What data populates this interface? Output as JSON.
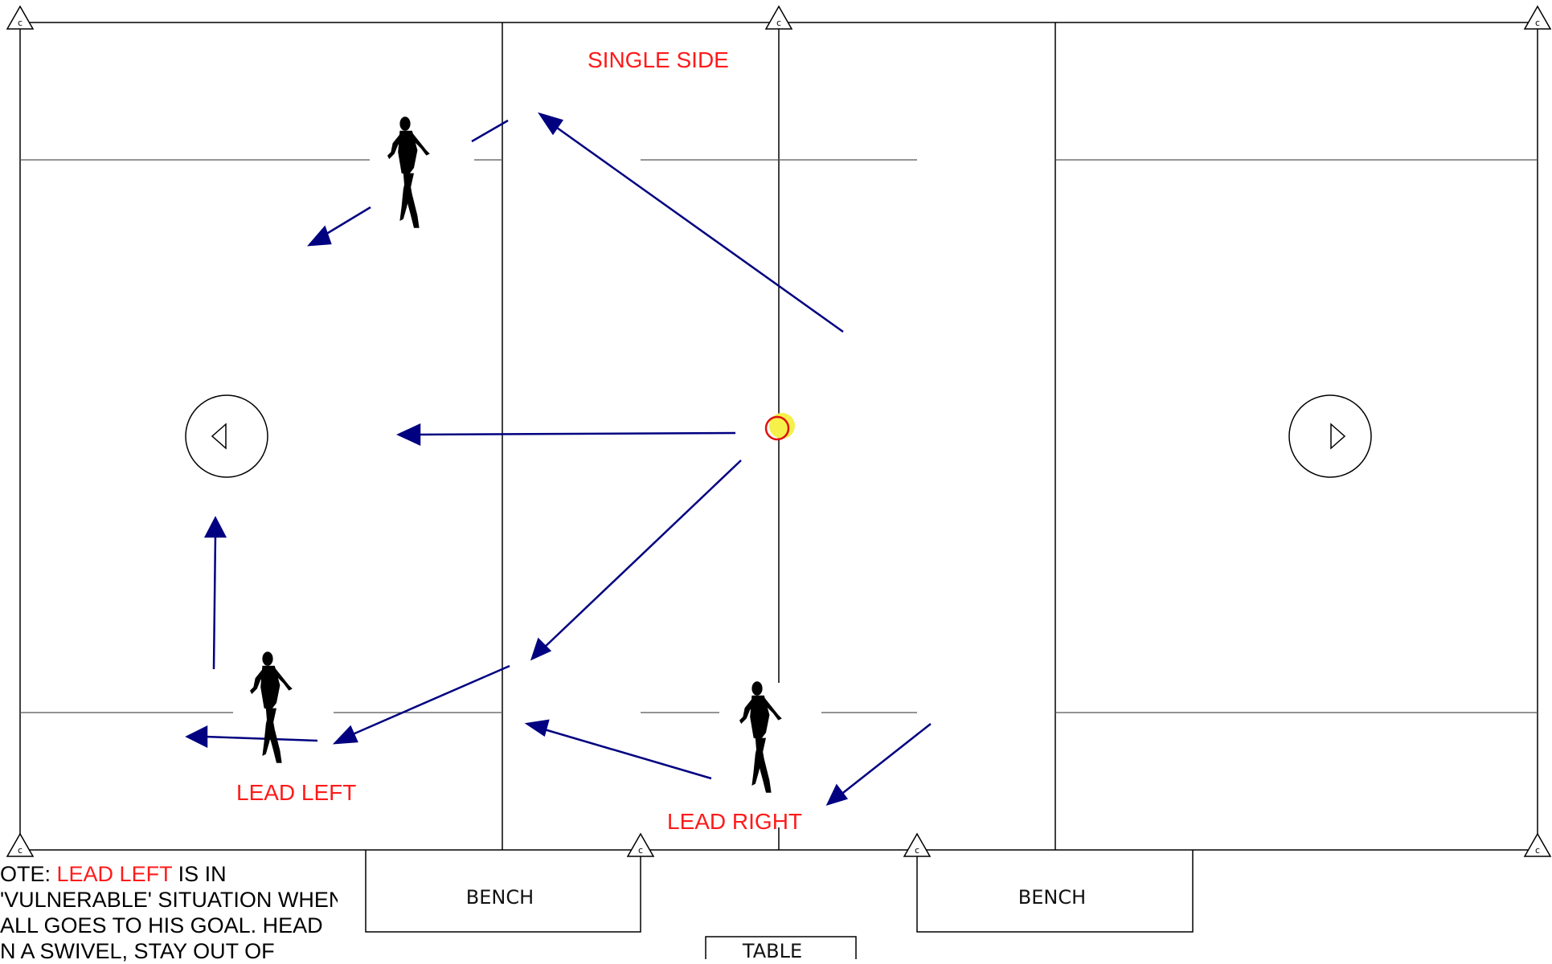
{
  "labels": {
    "single_side": "SINGLE SIDE",
    "lead_left": "LEAD LEFT",
    "lead_right": "LEAD RIGHT",
    "bench_left": "BENCH",
    "bench_right": "BENCH",
    "table": "TABLE",
    "corner_mark": "c"
  },
  "note": {
    "prefix": "OTE: ",
    "highlight": "LEAD LEFT ",
    "line1_rest": "IS IN",
    "line2": "'VULNERABLE' SITUATION WHEN",
    "line3": "ALL GOES TO HIS GOAL. HEAD",
    "line4": "N A SWIVEL, STAY OUT OF"
  },
  "colors": {
    "lines": "#000000",
    "arrows": "#000080",
    "labels": "#ff1a1a",
    "ball_fill": "#f5f04a",
    "ball_ring": "#e01010",
    "players": "#000000"
  },
  "icons": {
    "goal_left": "triangle-left-icon",
    "goal_right": "triangle-right-icon",
    "corner": "triangle-c-icon",
    "ball": "ball-icon",
    "player": "running-player-icon"
  }
}
